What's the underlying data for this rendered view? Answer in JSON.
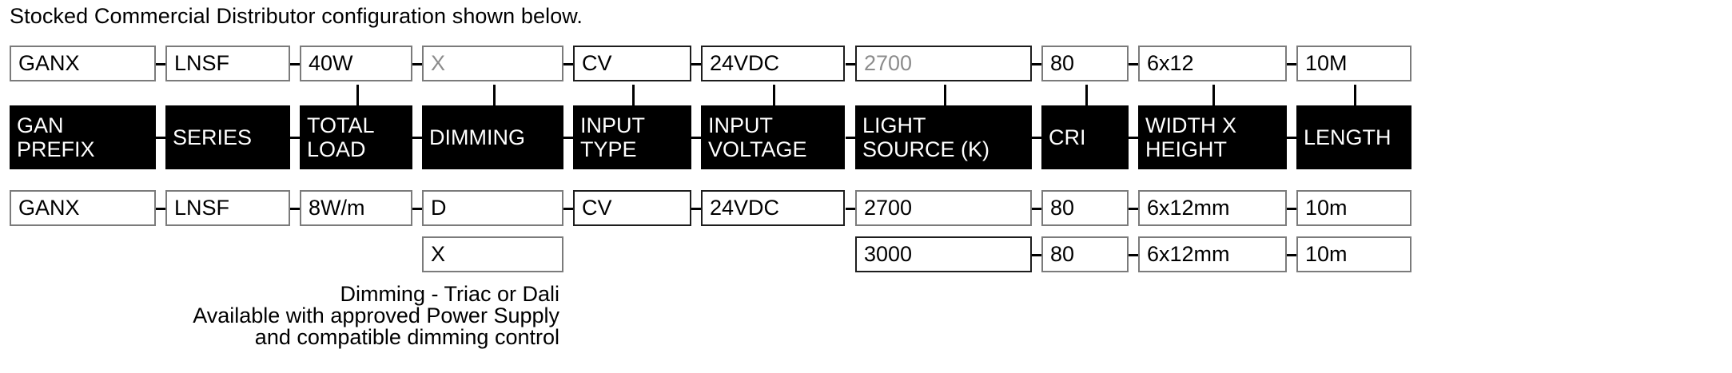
{
  "title": "Stocked Commercial Distributor configuration shown below.",
  "columns": [
    {
      "key": "gan_prefix",
      "header_lines": [
        "GAN",
        "PREFIX"
      ],
      "example": "GANX",
      "example_muted": false,
      "options": [
        "GANX"
      ]
    },
    {
      "key": "series",
      "header_lines": [
        "SERIES"
      ],
      "example": "LNSF",
      "example_muted": false,
      "options": [
        "LNSF"
      ]
    },
    {
      "key": "total_load",
      "header_lines": [
        "TOTAL",
        "LOAD"
      ],
      "example": "40W",
      "example_muted": false,
      "options": [
        "8W/m"
      ]
    },
    {
      "key": "dimming",
      "header_lines": [
        "DIMMING"
      ],
      "example": "X",
      "example_muted": true,
      "options": [
        "D",
        "X"
      ]
    },
    {
      "key": "input_type",
      "header_lines": [
        "INPUT",
        "TYPE"
      ],
      "example": "CV",
      "example_muted": false,
      "options": [
        "CV"
      ]
    },
    {
      "key": "input_voltage",
      "header_lines": [
        "INPUT",
        "VOLTAGE"
      ],
      "example": "24VDC",
      "example_muted": false,
      "options": [
        "24VDC"
      ]
    },
    {
      "key": "light_source",
      "header_lines": [
        "LIGHT",
        "SOURCE (K)"
      ],
      "example": "2700",
      "example_muted": true,
      "options": [
        "2700",
        "3000"
      ]
    },
    {
      "key": "cri",
      "header_lines": [
        "CRI"
      ],
      "example": "80",
      "example_muted": false,
      "options": [
        "80",
        "80"
      ]
    },
    {
      "key": "width_height",
      "header_lines": [
        "WIDTH X",
        "HEIGHT"
      ],
      "example": "6x12",
      "example_muted": false,
      "options": [
        "6x12mm",
        "6x12mm"
      ]
    },
    {
      "key": "length",
      "header_lines": [
        "LENGTH"
      ],
      "example": "10M",
      "example_muted": false,
      "options": [
        "10m",
        "10m"
      ]
    }
  ],
  "separator": "-",
  "footnote": {
    "line1": "Dimming - Triac or Dali",
    "line2": "Available with approved Power Supply",
    "line3": "and compatible dimming control"
  },
  "colors": {
    "header_bg": "#000000",
    "header_text": "#ffffff",
    "box_border": "#7b7b7b",
    "box_border_dark": "#1d1d1d",
    "text": "#000000",
    "muted_text": "#8c8c8c",
    "page_bg": "#ffffff"
  }
}
